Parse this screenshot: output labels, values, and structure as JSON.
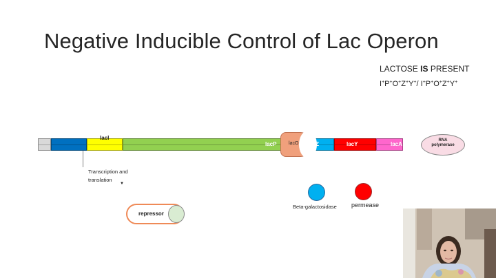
{
  "slide": {
    "title": "Negative Inducible Control of Lac Operon",
    "condition": {
      "prefix": "LACTOSE ",
      "emph": "IS",
      "suffix": " PRESENT"
    },
    "genotype": {
      "left": [
        {
          "base": "I",
          "sup": "+"
        },
        {
          "base": "P",
          "sup": "+"
        },
        {
          "base": "O",
          "sup": "+"
        },
        {
          "base": "Z",
          "sup": "+"
        },
        {
          "base": "Y",
          "sup": "+"
        }
      ],
      "separator": "/ ",
      "right": [
        {
          "base": "I",
          "sup": "+"
        },
        {
          "base": "P",
          "sup": "+"
        },
        {
          "base": "O",
          "sup": "+"
        },
        {
          "base": "Z",
          "sup": "+"
        },
        {
          "base": "Y",
          "sup": "+"
        }
      ]
    }
  },
  "operon": {
    "segments": [
      {
        "name": "left-end",
        "label": "",
        "color": "#d9d9d9"
      },
      {
        "name": "upstream",
        "label": "",
        "color": "#0070c0"
      },
      {
        "name": "lacI",
        "label": "lacI",
        "color": "#ffff00"
      },
      {
        "name": "spacer",
        "label": "",
        "color": "#92d050"
      },
      {
        "name": "lacP",
        "label": "lacP",
        "color": "#7030a0"
      },
      {
        "name": "lacZ",
        "label": "lacZ",
        "color": "#00b0f0"
      },
      {
        "name": "lacY",
        "label": "lacY",
        "color": "#ff0000"
      },
      {
        "name": "lacA",
        "label": "lacA",
        "color": "#ff66cc"
      }
    ],
    "lacO": "lacO",
    "rna_polymerase": "RNA polymerase"
  },
  "process": {
    "label": "Transcription and translation"
  },
  "products": {
    "beta_gal": {
      "label": "Beta-galactosidase",
      "color": "#00b0f0"
    },
    "permease": {
      "label": "permease",
      "color": "#ff0000"
    }
  },
  "repressor": {
    "label": "repressor"
  }
}
